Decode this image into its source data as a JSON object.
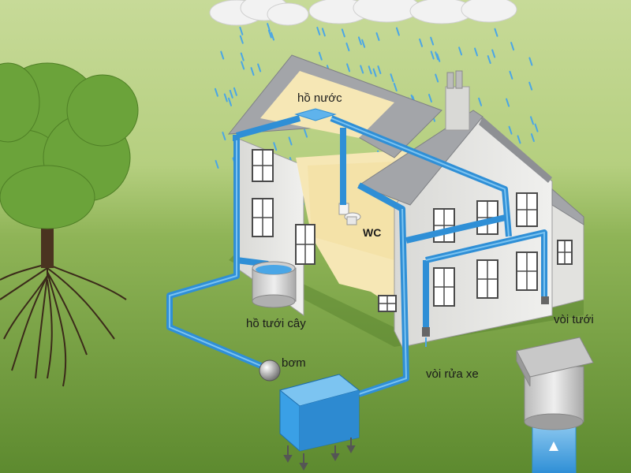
{
  "labels": {
    "water_tank": "hồ nước",
    "wc": "WC",
    "garden_tank": "hồ tưới cây",
    "pump": "bơm",
    "car_wash_tap": "vòi rửa xe",
    "garden_tap": "vòi tưới"
  },
  "colors": {
    "sky_top": "#c9dc9a",
    "grass": "#6e9a3c",
    "pipe": "#2f8fd6",
    "house_wall": "#e6e6e3",
    "roof": "#9a9ca0",
    "interior": "#f6e7b5",
    "tank_blue": "#3aa0e6"
  }
}
